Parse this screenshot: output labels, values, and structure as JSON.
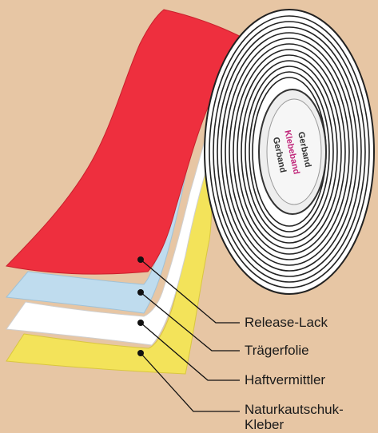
{
  "layers": [
    {
      "id": "release-lack",
      "label": "Release-Lack",
      "color": "#ee2f3e"
    },
    {
      "id": "traegerfolie",
      "label": "Trägerfolie",
      "color": "#bfdcee"
    },
    {
      "id": "haftvermittler",
      "label": "Haftvermittler",
      "color": "#ffffff"
    },
    {
      "id": "naturkautschuk",
      "label": "Naturkautschuk-\nKleber",
      "label_line1": "Naturkautschuk-",
      "label_line2": "Kleber",
      "color": "#f3e35a"
    }
  ],
  "core_print": {
    "brand": "Gerband",
    "product": "Klebeband",
    "accent_color": "#c0267a"
  },
  "colors": {
    "background": "#e7c6a4",
    "tape_ring": "#222222",
    "roll_edge": "#ffffff"
  }
}
